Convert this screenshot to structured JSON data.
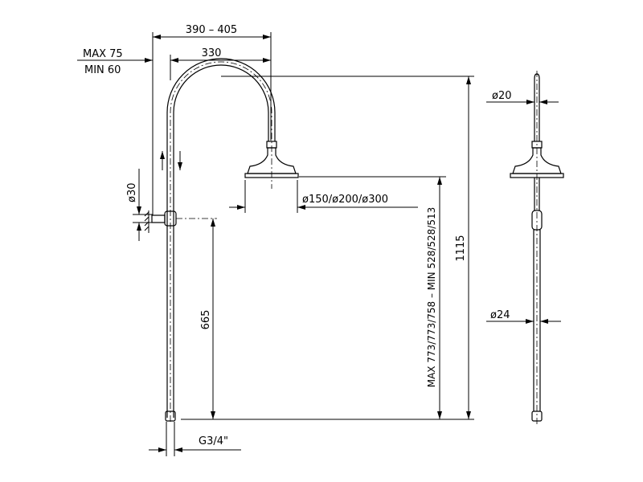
{
  "drawing": {
    "dim_overall_reach": "390  –  405",
    "dim_reach": "330",
    "dim_wall_max": "MAX  75",
    "dim_wall_min": "MIN  60",
    "dim_bracket_diameter": "ø30",
    "dim_head_diameter": "ø150/ø200/ø300",
    "dim_bracket_height": "665",
    "dim_head_height": "MAX  773/773/758  –  MIN  528/528/513",
    "dim_total_height": "1115",
    "dim_thread": "G3/4\"",
    "dim_top_pipe": "ø20",
    "dim_bottom_pipe": "ø24"
  }
}
